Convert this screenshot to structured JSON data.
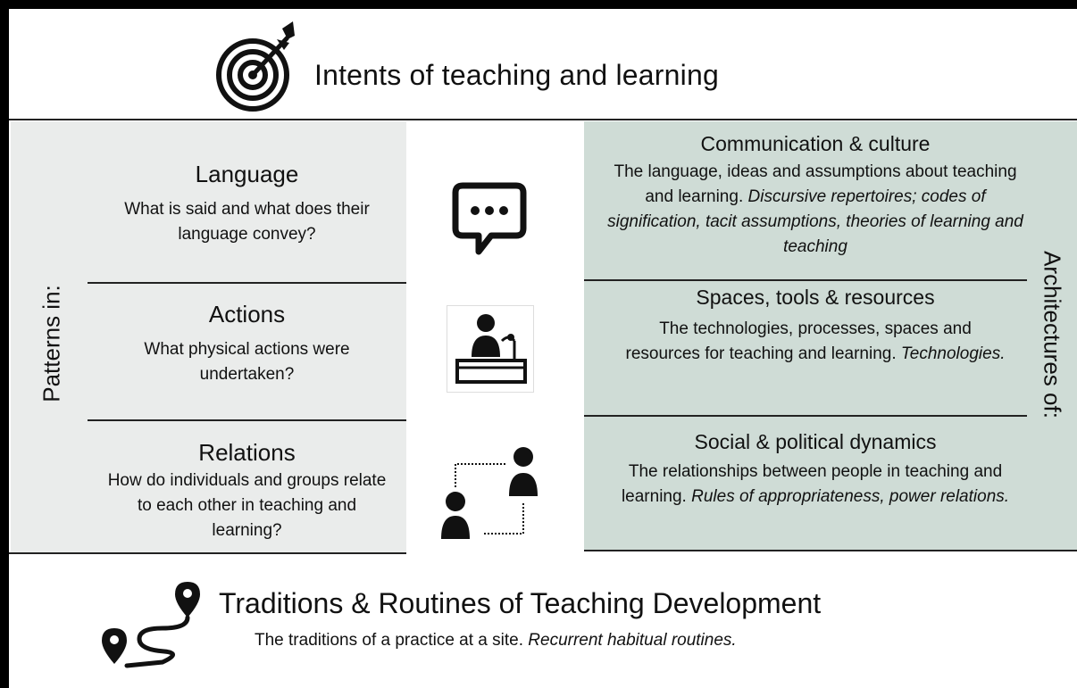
{
  "header": {
    "title": "Intents of teaching and learning",
    "icon": "target-icon"
  },
  "left_panel": {
    "side_label": "Patterns in:",
    "items": [
      {
        "heading": "Language",
        "text": "What is said and what does their language convey?"
      },
      {
        "heading": "Actions",
        "text": "What physical actions were undertaken?"
      },
      {
        "heading": "Relations",
        "text": "How do individuals and groups relate to each other in teaching and learning?"
      }
    ]
  },
  "center_icons": [
    "speech-bubble-icon",
    "speaker-at-lectern-icon",
    "connected-people-icon"
  ],
  "right_panel": {
    "side_label": "Architectures of:",
    "items": [
      {
        "heading": "Communication & culture",
        "text": "The language, ideas and assumptions about teaching and learning.",
        "italic": "Discursive repertoires; codes of signification, tacit assumptions, theories of learning and teaching"
      },
      {
        "heading": "Spaces, tools & resources",
        "text": "The technologies, processes, spaces and resources for teaching and learning.",
        "italic": "Technologies."
      },
      {
        "heading": "Social & political dynamics",
        "text": "The relationships between people in teaching and learning.",
        "italic": "Rules of appropriateness, power relations."
      }
    ]
  },
  "footer": {
    "title": "Traditions & Routines of Teaching Development",
    "text": "The traditions of a practice at a site.",
    "italic": "Recurrent habitual routines.",
    "icon": "route-map-icon"
  },
  "colors": {
    "left_panel": "#eaeceb",
    "right_panel": "#cfdcd6",
    "border": "#000000"
  }
}
